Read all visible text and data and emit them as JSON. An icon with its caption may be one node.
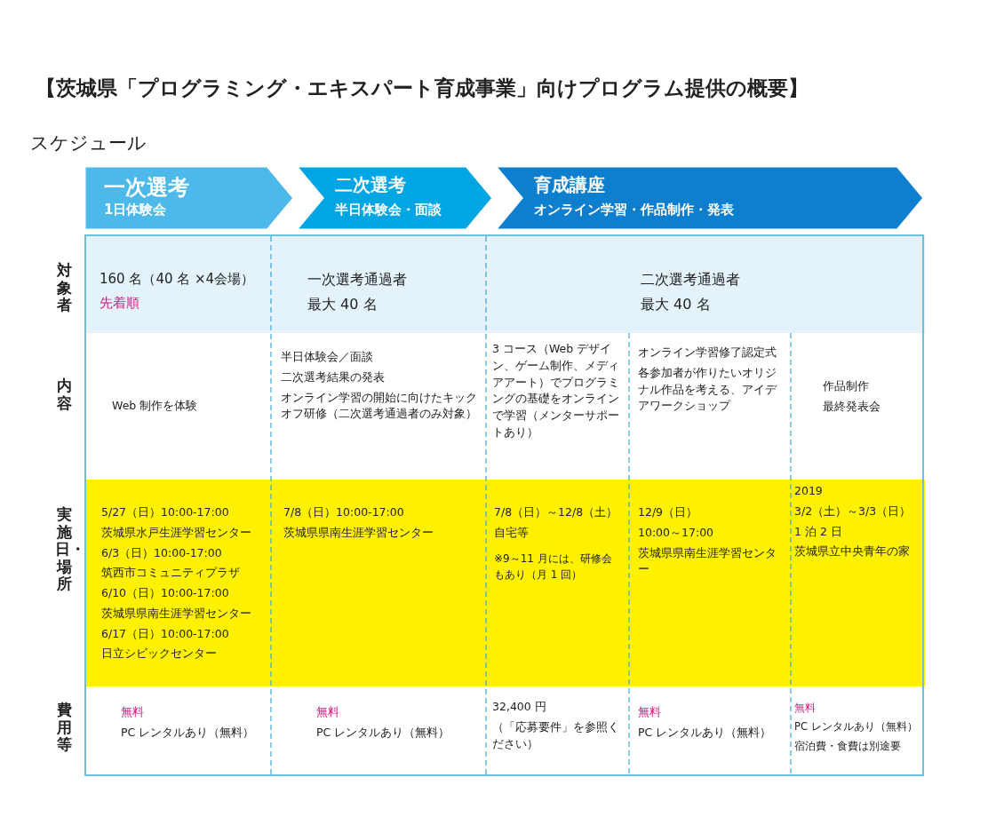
{
  "diagram": {
    "title": "【茨城県「プログラミング・エキスパート育成事業」向けプログラム提供の概要】",
    "nodes": [
      {
        "text": [
          "一次選考",
          "1日体験会"
        ]
      },
      {
        "text": [
          "二次選考",
          "半日体験会・面談"
        ]
      },
      {
        "text": [
          "育成講座",
          "オンライン学習・作品制作・発表"
        ]
      }
    ],
    "labels": [
      "スケジュール",
      "対象者",
      "160 名（40 名 ×4会場）",
      "先着順",
      "一次選考通過者",
      "最大 40 名",
      "二次選考通過者",
      "最大 40 名",
      "内容",
      "Web 制作を体験",
      "半日体験会／面談",
      "二次選考結果の発表",
      "オンライン学習の開始に向けたキックオフ研修（二次選考通過者のみ対象）",
      "3 コース（Web デザイン、ゲーム制作、メディアアート）でプログラミングの基礎をオンラインで学習（メンターサポートあり）",
      "オンライン学習修了認定式",
      "各参加者が作りたいオリジナル作品を考える、アイデアワークショップ",
      "作品制作",
      "最終発表会",
      "実施日・場所",
      "5/27（日）10:00-17:00",
      "茨城県水戸生涯学習センター",
      "6/3（日）10:00-17:00",
      "筑西市コミュニティプラザ",
      "6/10（日）10:00-17:00",
      "茨城県県南生涯学習センター",
      "6/17（日）10:00-17:00",
      "日立シビックセンター",
      "7/8（日）10:00-17:00",
      "茨城県県南生涯学習センター",
      "7/8（日）～12/8（土）",
      "自宅等",
      "※9～11 月には、研修会もあり（月 1 回）",
      "12/9（日）",
      "10:00～17:00",
      "茨城県県南生涯学習センター",
      "2019",
      "3/2（土）～3/3（日）",
      "1 泊 2 日",
      "茨城県立中央青年の家",
      "費用等",
      "無料",
      "PC レンタルあり（無料）",
      "無料",
      "PC レンタルあり（無料）",
      "32,400 円",
      "（「応募要件」を参照ください）",
      "無料",
      "PC レンタルあり（無料）",
      "無料",
      "PC レンタルあり（無料）",
      "宿泊費・食費は別途要"
    ]
  }
}
